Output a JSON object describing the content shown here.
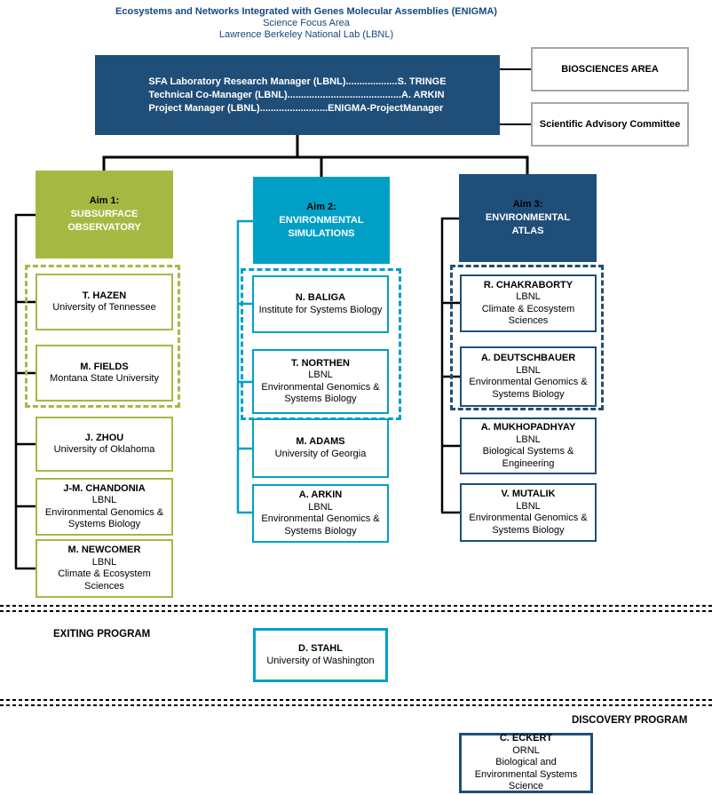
{
  "title": {
    "line1": "Ecosystems and Networks Integrated with Genes Molecular Assemblies (ENIGMA)",
    "line2": "Science Focus Area",
    "line3": "Lawrence Berkeley National Lab (LBNL)"
  },
  "management": {
    "rows": [
      "SFA Laboratory Research Manager (LBNL)...................S. TRINGE",
      "Technical Co-Manager (LBNL)..........................................A. ARKIN",
      "Project Manager (LBNL).........................ENIGMA-ProjectManager"
    ]
  },
  "side_boxes": [
    {
      "label": "BIOSCIENCES AREA"
    },
    {
      "label": "Scientific Advisory Committee"
    }
  ],
  "aims": [
    {
      "label": "Aim 1:",
      "title": "SUBSURFACE OBSERVATORY",
      "color": "#a5b942",
      "members": [
        {
          "name": "T. HAZEN",
          "org": [
            "University of Tennessee"
          ]
        },
        {
          "name": "M. FIELDS",
          "org": [
            "Montana State University"
          ]
        },
        {
          "name": "J. ZHOU",
          "org": [
            "University of Oklahoma"
          ]
        },
        {
          "name": "J-M. CHANDONIA",
          "org": [
            "LBNL",
            "Environmental Genomics & Systems Biology"
          ]
        },
        {
          "name": "M. NEWCOMER",
          "org": [
            "LBNL",
            "Climate & Ecosystem Sciences"
          ]
        }
      ]
    },
    {
      "label": "Aim 2:",
      "title": "ENVIRONMENTAL SIMULATIONS",
      "color": "#00a0c6",
      "members": [
        {
          "name": "N. BALIGA",
          "org": [
            "Institute for Systems Biology"
          ]
        },
        {
          "name": "T. NORTHEN",
          "org": [
            "LBNL",
            "Environmental Genomics & Systems Biology"
          ]
        },
        {
          "name": "M. ADAMS",
          "org": [
            "University of Georgia"
          ]
        },
        {
          "name": "A. ARKIN",
          "org": [
            "LBNL",
            "Environmental Genomics & Systems Biology"
          ]
        }
      ]
    },
    {
      "label": "Aim 3:",
      "title": "ENVIRONMENTAL ATLAS",
      "color": "#1f4e79",
      "members": [
        {
          "name": "R. CHAKRABORTY",
          "org": [
            "LBNL",
            "Climate & Ecosystem Sciences"
          ]
        },
        {
          "name": "A. DEUTSCHBAUER",
          "org": [
            "LBNL",
            "Environmental Genomics & Systems Biology"
          ]
        },
        {
          "name": "A. MUKHOPADHYAY",
          "org": [
            "LBNL",
            "Biological Systems & Engineering"
          ]
        },
        {
          "name": "V. MUTALIK",
          "org": [
            "LBNL",
            "Environmental Genomics & Systems Biology"
          ]
        }
      ]
    }
  ],
  "sections": {
    "exiting": {
      "label": "EXITING PROGRAM",
      "member": {
        "name": "D. STAHL",
        "org": [
          "University of Washington"
        ]
      }
    },
    "discovery": {
      "label": "DISCOVERY PROGRAM",
      "member": {
        "name": "C. ECKERT",
        "org": [
          "ORNL",
          "Biological and Environmental Systems Science"
        ]
      }
    }
  },
  "colors": {
    "navy": "#1f4e79",
    "cyan": "#00a0c6",
    "olive": "#a5b942",
    "gray_border": "#a6a6a6",
    "title_text": "#17477e"
  }
}
